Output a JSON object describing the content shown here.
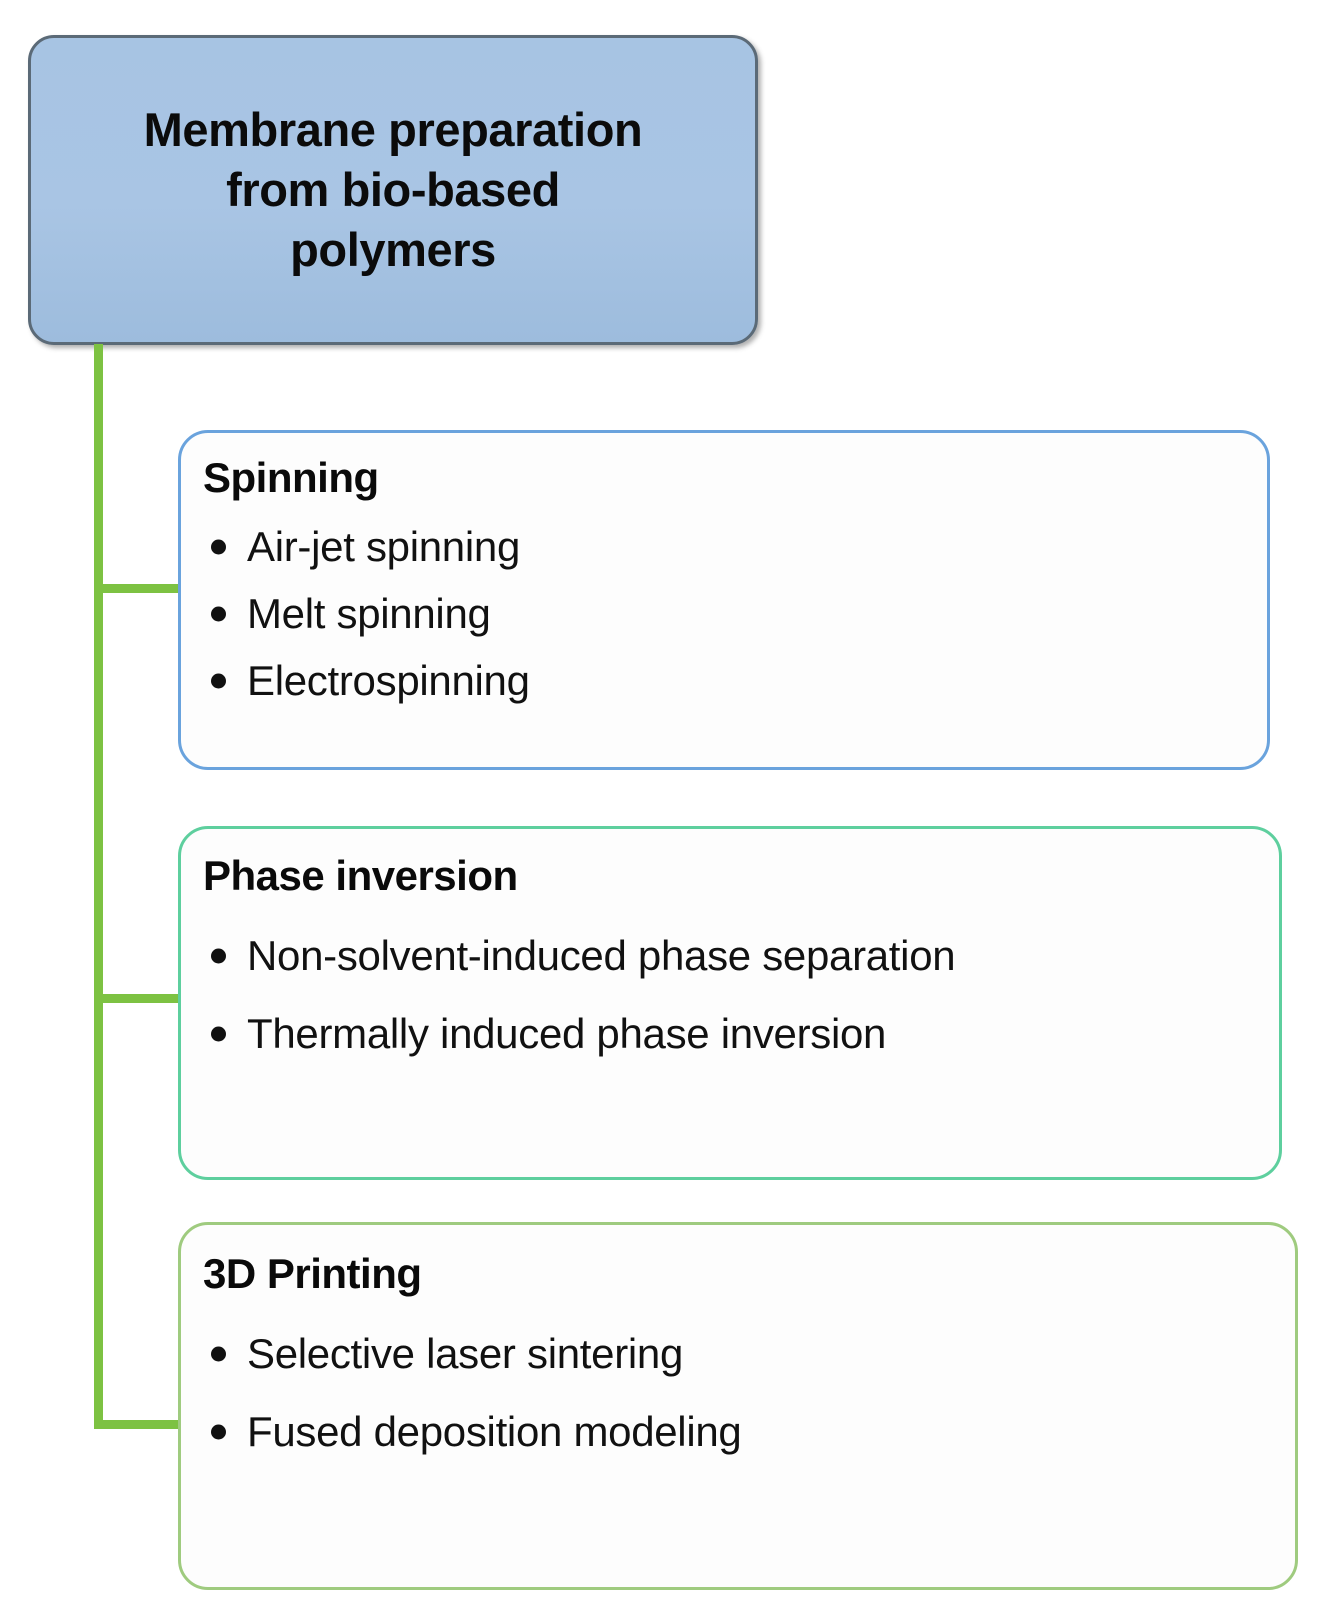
{
  "diagram": {
    "root": {
      "title": "Membrane preparation\nfrom bio-based\npolymers",
      "fill_color": "#a8c4e3",
      "border_color": "#5b6a77"
    },
    "connector_color": "#7dc242",
    "categories": [
      {
        "id": "spinning",
        "title": "Spinning",
        "border_color": "#6aa3dd",
        "items": [
          "Air-jet spinning",
          "Melt spinning",
          "Electrospinning"
        ]
      },
      {
        "id": "phase-inversion",
        "title": "Phase inversion",
        "border_color": "#5ecf9e",
        "items": [
          "Non-solvent-induced phase separation",
          "Thermally induced phase inversion"
        ]
      },
      {
        "id": "3d-printing",
        "title": "3D Printing",
        "border_color": "#9fcb7f",
        "items": [
          "Selective laser sintering",
          "Fused deposition modeling"
        ]
      }
    ]
  }
}
